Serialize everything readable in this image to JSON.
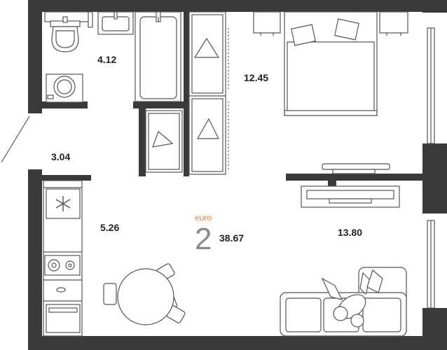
{
  "colors": {
    "wall": "#3a3a3a",
    "furniture_stroke": "#555555",
    "furniture_fill": "#ffffff",
    "accent": "#ff7a3c",
    "text": "#222222",
    "rooms_number": "#8a8a8a"
  },
  "rooms": {
    "bathroom_area": "4.12",
    "hallway_area": "3.04",
    "bedroom_area": "12.45",
    "kitchen_area": "5.26",
    "living_area": "13.80"
  },
  "unit": {
    "currency": "euro",
    "room_count": "2",
    "total_area": "38.67"
  }
}
